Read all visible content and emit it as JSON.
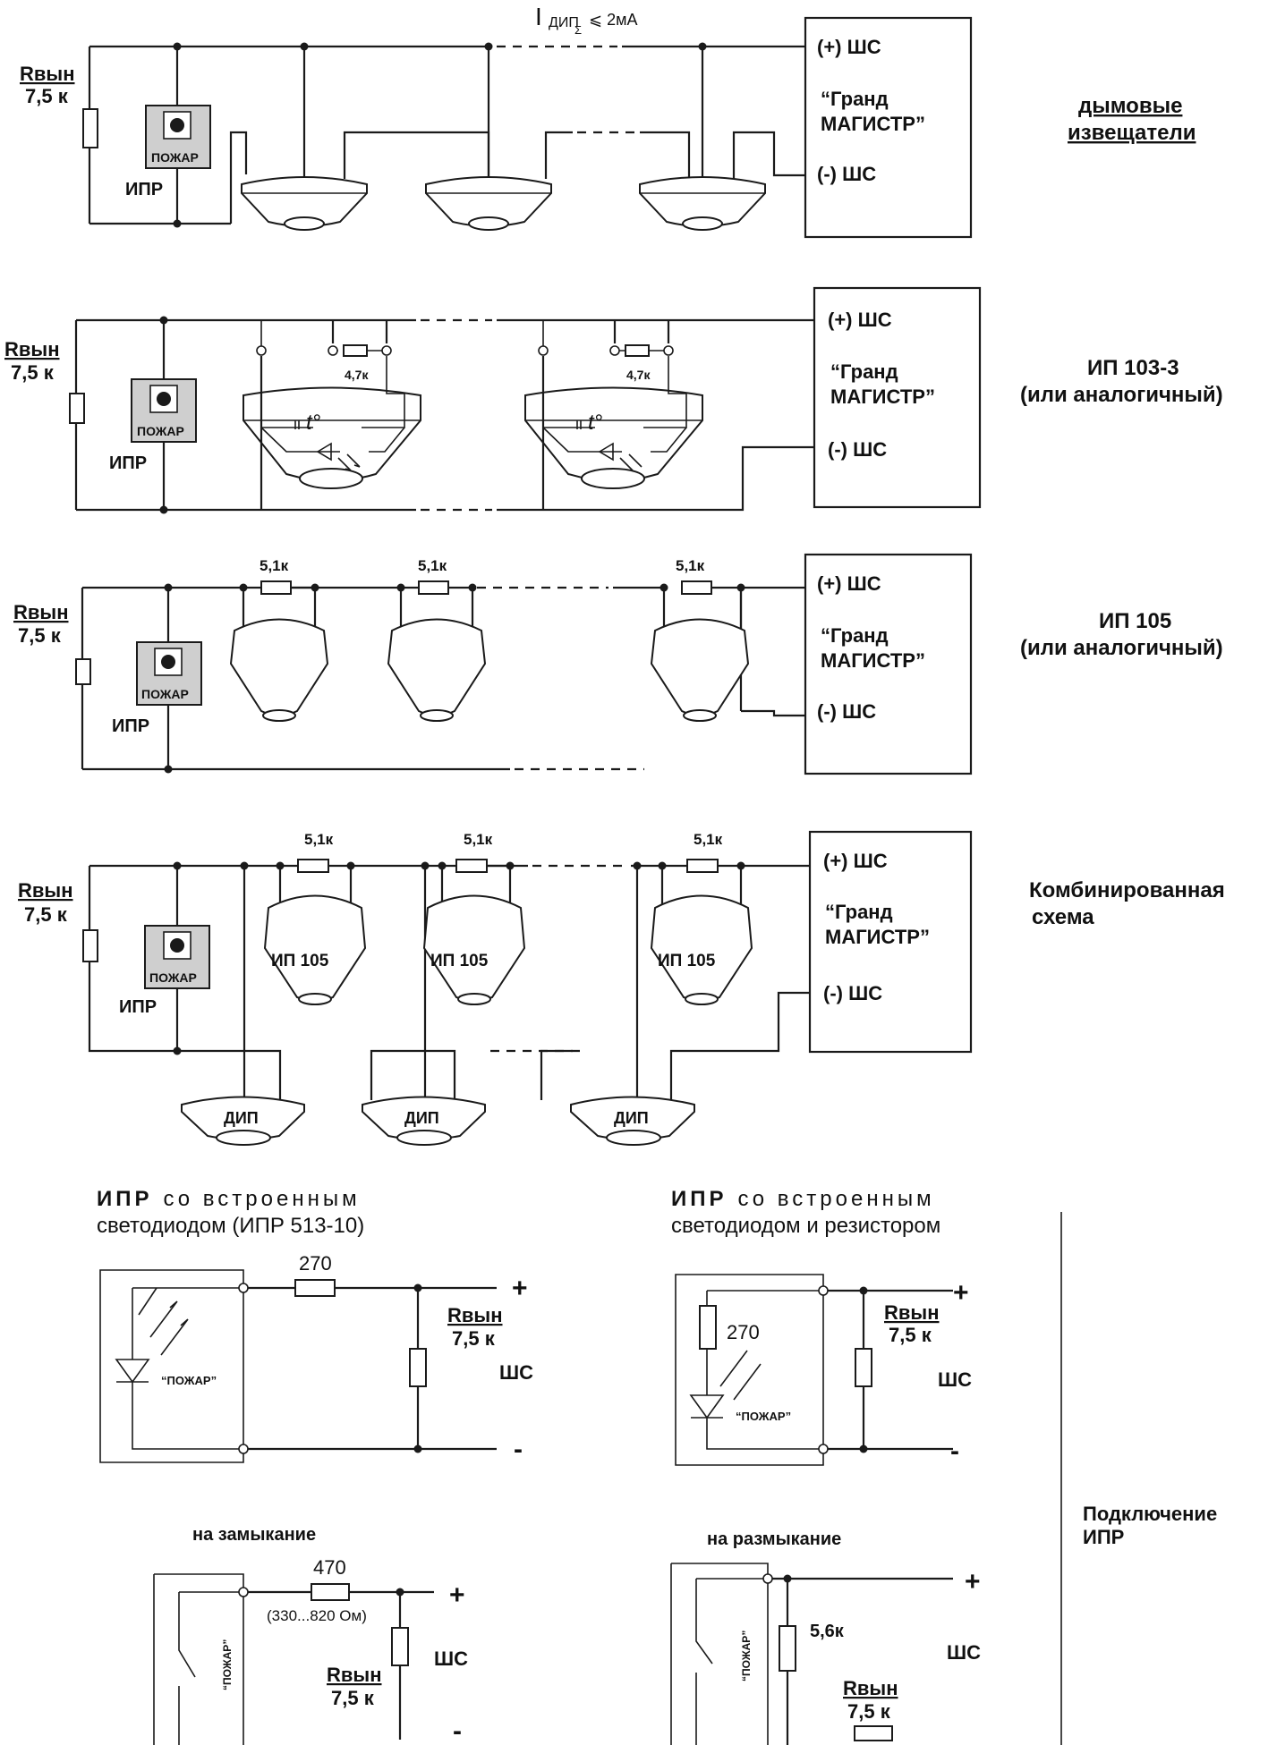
{
  "common": {
    "rvyn": "Rвын",
    "rvyn_value": "7,5 к",
    "ipr": "ИПР",
    "pozhar": "ПОЖАР",
    "plus_shs": "(+) ШС",
    "minus_shs": "(-) ШС",
    "device_line1": "“Гранд",
    "device_line2": "МАГИСТР”",
    "shs": "ШС",
    "plus": "+",
    "minus": "-",
    "pozhar_quoted": "“ПОЖАР”"
  },
  "section1": {
    "current_symbol": "I",
    "current_sub": "ДИП",
    "current_sigma": "Σ",
    "current_limit": "⩽  2мА",
    "label_line1": "дымовые",
    "label_line2": "извещатели"
  },
  "section2": {
    "resistor": "4,7к",
    "temp_symbol": "t°",
    "label_line1": "ИП 103-3",
    "label_line2": "(или аналогичный)"
  },
  "section3": {
    "resistor": "5,1к",
    "label_line1": "ИП 105",
    "label_line2": "(или аналогичный)"
  },
  "section4": {
    "resistor": "5,1к",
    "ip105": "ИП 105",
    "dip": "ДИП",
    "label_line1": "Комбинированная",
    "label_line2": "схема"
  },
  "section5": {
    "left_title_bold": "ИПР",
    "left_title_rest": "со встроенным",
    "left_title_line2": "светодиодом (ИПР 513-10)",
    "left_resistor": "270",
    "right_title_bold": "ИПР",
    "right_title_rest": "со встроенным",
    "right_title_line2": "светодиодом и резистором",
    "right_resistor": "270",
    "closing_title": "на замыкание",
    "closing_resistor": "470",
    "closing_range": "(330...820 Ом)",
    "opening_title": "на размыкание",
    "opening_resistor": "5,6к",
    "side_label_line1": "Подключение",
    "side_label_line2": "ИПР"
  }
}
